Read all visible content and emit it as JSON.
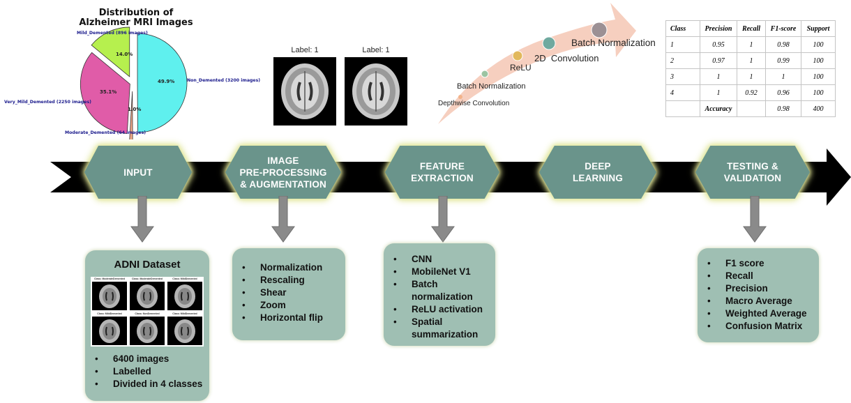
{
  "pie": {
    "title_line1": "Distribution of",
    "title_line2": "Alzheimer MRI Images",
    "colors": {
      "Non_Demented": "#5ff0ee",
      "Very_Mild_Demented": "#e05ca8",
      "Mild_Demented": "#b6f04e",
      "Moderate_Demented": "#f0a98a"
    }
  },
  "chart_data": {
    "type": "pie",
    "title": "Distribution of Alzheimer MRI Images",
    "slices": [
      {
        "label": "Non_Demented (3200 images)",
        "value": 49.9,
        "pct_label": "49.9%"
      },
      {
        "label": "Moderate_Demented (64 images)",
        "value": 1.0,
        "pct_label": "1.0%"
      },
      {
        "label": "Very_Mild_Demented (2250 images)",
        "value": 35.1,
        "pct_label": "35.1%"
      },
      {
        "label": "Mild_Demented (896 images)",
        "value": 14.0,
        "pct_label": "14.0%"
      }
    ]
  },
  "mri": {
    "label_left": "Label: 1",
    "label_right": "Label: 1"
  },
  "network": {
    "layers": [
      "Depthwise Convolution",
      "Batch Normalization",
      "ReLU",
      "2D  Convolution",
      "Batch Normalization"
    ],
    "dot_colors": [
      "#f3b38a",
      "#9cc4a2",
      "#e2b85c",
      "#6fa99f",
      "#9c9094"
    ],
    "arrow_color": "#f6cfbf"
  },
  "table": {
    "headers": [
      "Class",
      "Precision",
      "Recall",
      "F1-score",
      "Support"
    ],
    "rows": [
      [
        "1",
        "0.95",
        "1",
        "0.98",
        "100"
      ],
      [
        "2",
        "0.97",
        "1",
        "0.99",
        "100"
      ],
      [
        "3",
        "1",
        "1",
        "1",
        "100"
      ],
      [
        "4",
        "1",
        "0.92",
        "0.96",
        "100"
      ]
    ],
    "accuracy": {
      "label": "Accuracy",
      "f1": "0.98",
      "support": "400"
    }
  },
  "stages": [
    {
      "line1": "INPUT",
      "line2": "",
      "line3": ""
    },
    {
      "line1": "IMAGE",
      "line2": "PRE-PROCESSING",
      "line3": "& AUGMENTATION"
    },
    {
      "line1": "FEATURE",
      "line2": "EXTRACTION",
      "line3": ""
    },
    {
      "line1": "DEEP",
      "line2": "LEARNING",
      "line3": ""
    },
    {
      "line1": "TESTING &",
      "line2": "VALIDATION",
      "line3": ""
    }
  ],
  "colors": {
    "hex_fill": "#6a948b",
    "box_fill": "#9fbfb3",
    "pipeline": "#000000",
    "down_arrow": "#8a8a8a"
  },
  "adni": {
    "title": "ADNI Dataset",
    "thumb_captions": [
      "Class: ModerateDemented",
      "Class: ModerateDemented",
      "Class: MildDemented",
      "Class: MildDemented",
      "Class: NonDemented",
      "Class: MildDemented"
    ],
    "items": [
      "6400 images",
      "Labelled",
      "Divided in 4 classes"
    ]
  },
  "preprocessing": {
    "items": [
      "Normalization",
      "Rescaling",
      "Shear",
      "Zoom",
      "Horizontal flip"
    ]
  },
  "features": {
    "items": [
      "CNN",
      "MobileNet V1",
      "Batch normalization",
      "ReLU activation",
      "Spatial summarization"
    ]
  },
  "validation": {
    "items": [
      "F1 score",
      "Recall",
      "Precision",
      "Macro Average",
      "Weighted Average",
      "Confusion Matrix"
    ]
  }
}
